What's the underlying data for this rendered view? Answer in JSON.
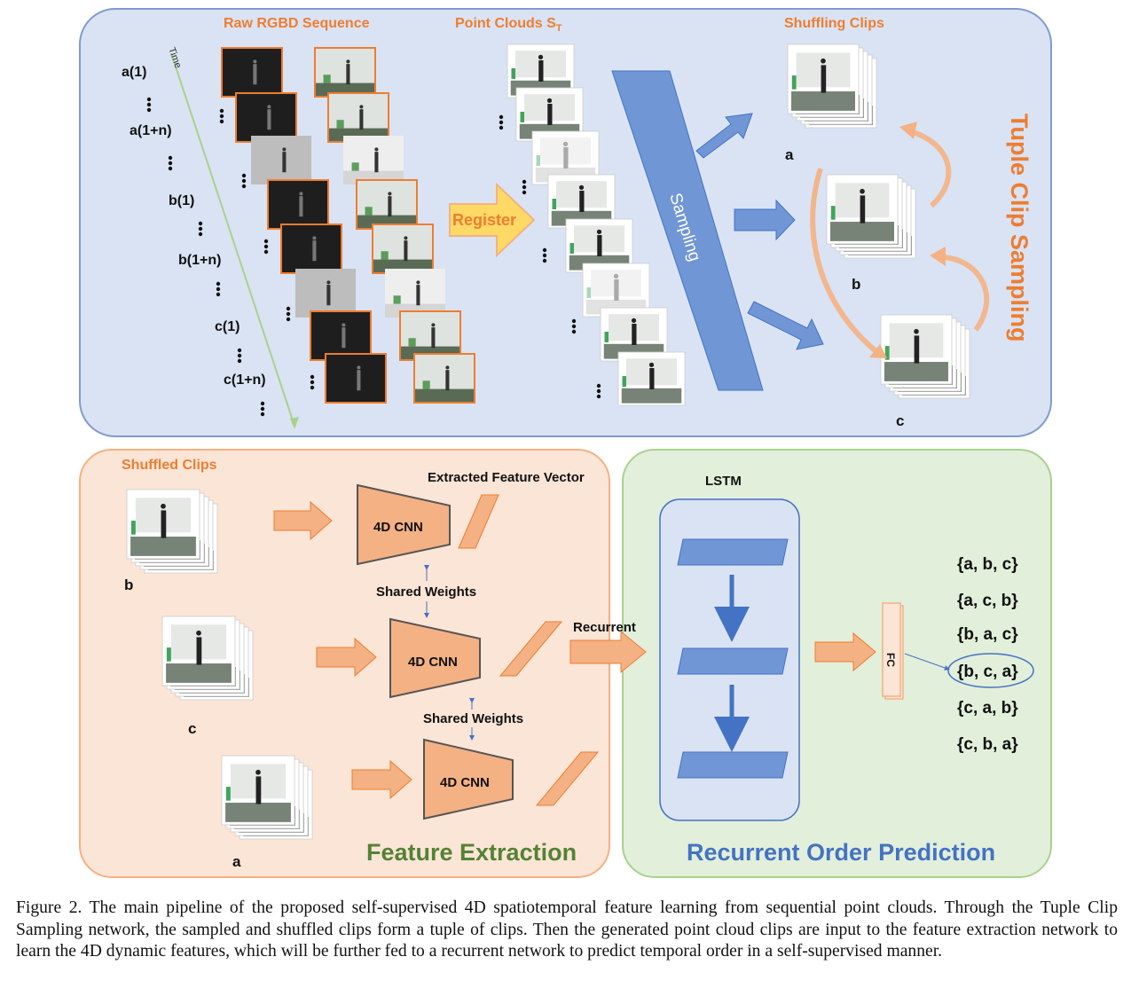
{
  "top_panel": {
    "raw_label": "Raw RGBD Sequence",
    "pc_label": "Point Clouds S",
    "pc_sub": "T",
    "shuffle_label": "Shuffling Clips",
    "time_label": "Time",
    "seq_labels": [
      "a(1)",
      "a(1+n)",
      "b(1)",
      "b(1+n)",
      "c(1)",
      "c(1+n)"
    ],
    "register_label": "Register",
    "sampling_label": "Sampling",
    "clip_labels": [
      "a",
      "b",
      "c"
    ],
    "title": "Tuple Clip Sampling"
  },
  "feature_panel": {
    "shuffled_label": "Shuffled Clips",
    "vector_label": "Extracted Feature Vector",
    "cnn_label": "4D CNN",
    "shared_label": "Shared Weights",
    "clip_labels": [
      "b",
      "c",
      "a"
    ],
    "title": "Feature Extraction"
  },
  "order_panel": {
    "lstm_label": "LSTM",
    "recurrent_label": "Recurrent",
    "fc_label": "FC",
    "orders": [
      "{a, b, c}",
      "{a, c, b}",
      "{b, a, c}",
      "{b, c, a}",
      "{c, a, b}",
      "{c, b, a}"
    ],
    "highlighted_order": "{b, c, a}",
    "title": "Recurrent Order Prediction"
  },
  "caption": "Figure 2. The main pipeline of the proposed self-supervised 4D spatiotemporal feature learning from sequential point clouds. Through the Tuple Clip Sampling network, the sampled and shuffled clips form a tuple of clips. Then the generated point cloud clips are input to the feature extraction network to learn the 4D dynamic features, which will be further fed to a recurrent network to predict temporal order in a self-supervised manner.",
  "colors": {
    "top_bg": "#dae3f3",
    "top_border": "#7f9bcf",
    "feature_bg": "#fbe5d6",
    "feature_border": "#f4b183",
    "order_bg": "#e2efda",
    "order_border": "#a9d18e",
    "orange": "#f4b183",
    "orange_text": "#ed7d31",
    "blue": "#4472c4",
    "green_text": "#548235"
  }
}
